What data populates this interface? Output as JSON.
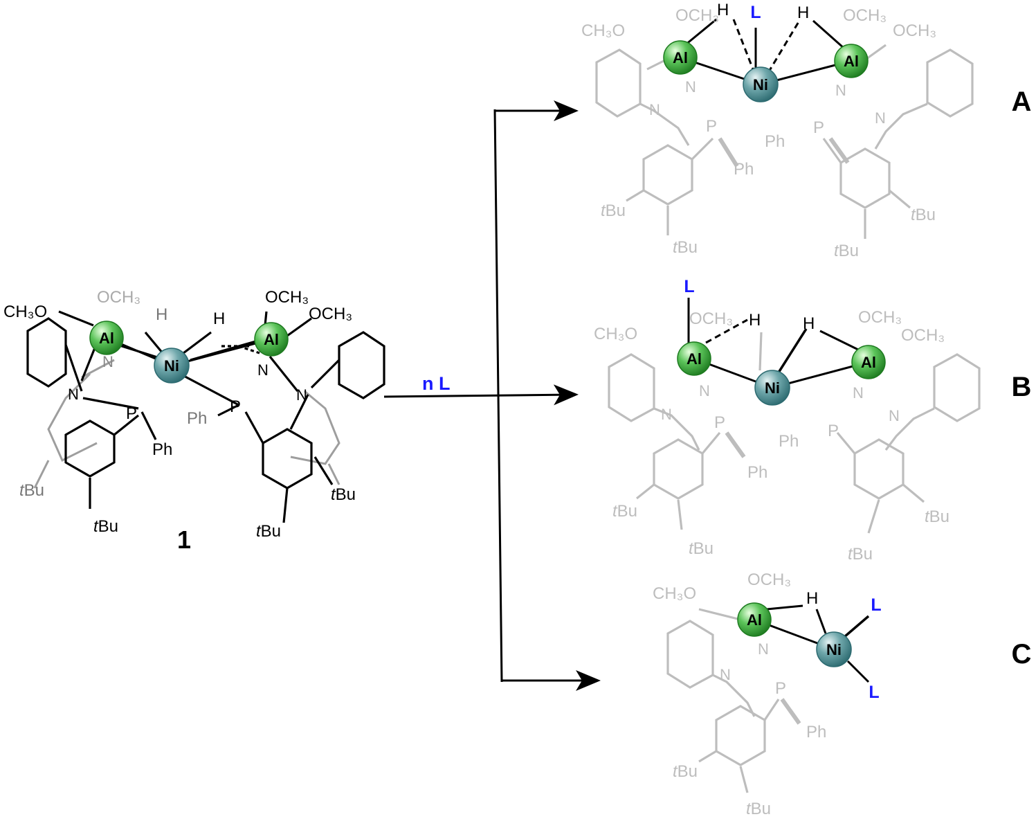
{
  "reagent": "n L",
  "compound_label": "1",
  "product_labels": [
    "A",
    "B",
    "C"
  ],
  "ligand": "L",
  "atoms": {
    "al": "Al",
    "ni": "Ni",
    "n": "N",
    "p": "P",
    "h": "H"
  },
  "substituents": {
    "ome_left": "CH₃O",
    "ome_right": "OCH₃",
    "ph": "Ph",
    "tbu_t": "t",
    "tbu_bu": "Bu"
  },
  "colors": {
    "al": "#2e9a2e",
    "ni": "#3f8a8f",
    "ligand": "#1a1aff",
    "ghost": "#bdbdbd",
    "bond": "#000000"
  }
}
